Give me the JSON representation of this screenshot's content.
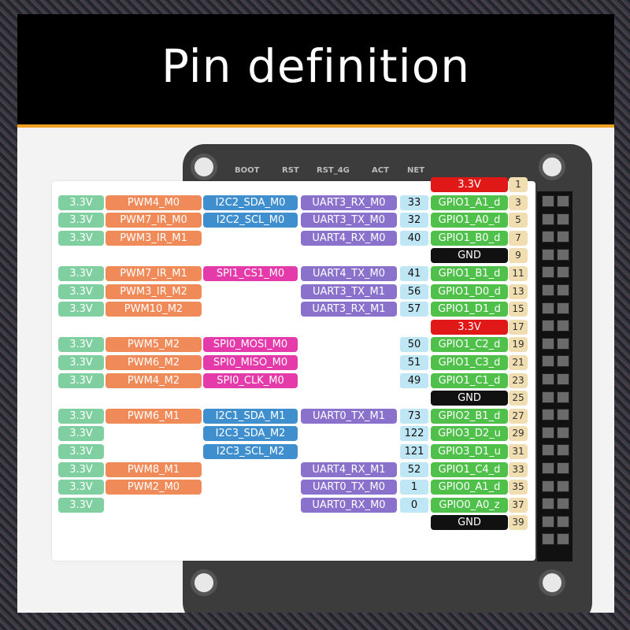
{
  "title": "Pin definition",
  "board_labels": [
    "BOOT",
    "RST",
    "RST_4G",
    "ACT",
    "NET"
  ],
  "colors": {
    "power": "#7fcfa0",
    "pwm": "#f08a58",
    "i2c": "#3f8fcf",
    "spi": "#e43aaa",
    "uart": "#8a72cc",
    "gpio": "#4fc04a",
    "pin_3v3": "#e01818",
    "gnd": "#111111"
  },
  "rows": [
    {
      "power": "",
      "pwm": "",
      "bus": "",
      "bus_type": "",
      "uart": "",
      "num": "",
      "gpio": "3.3V",
      "gpio_type": "pwr",
      "pin": "1"
    },
    {
      "power": "3.3V",
      "pwm": "PWM4_M0",
      "bus": "I2C2_SDA_M0",
      "bus_type": "i2c",
      "uart": "UART3_RX_M0",
      "num": "33",
      "gpio": "GPIO1_A1_d",
      "gpio_type": "gpio",
      "pin": "3"
    },
    {
      "power": "3.3V",
      "pwm": "PWM7_IR_M0",
      "bus": "I2C2_SCL_M0",
      "bus_type": "i2c",
      "uart": "UART3_TX_M0",
      "num": "32",
      "gpio": "GPIO1_A0_d",
      "gpio_type": "gpio",
      "pin": "5"
    },
    {
      "power": "3.3V",
      "pwm": "PWM3_IR_M1",
      "bus": "",
      "bus_type": "",
      "uart": "UART4_RX_M0",
      "num": "40",
      "gpio": "GPIO1_B0_d",
      "gpio_type": "gpio",
      "pin": "7"
    },
    {
      "power": "",
      "pwm": "",
      "bus": "",
      "bus_type": "",
      "uart": "",
      "num": "",
      "gpio": "GND",
      "gpio_type": "gnd",
      "pin": "9"
    },
    {
      "power": "3.3V",
      "pwm": "PWM7_IR_M1",
      "bus": "SPI1_CS1_M0",
      "bus_type": "spi",
      "uart": "UART4_TX_M0",
      "num": "41",
      "gpio": "GPIO1_B1_d",
      "gpio_type": "gpio",
      "pin": "11"
    },
    {
      "power": "3.3V",
      "pwm": "PWM3_IR_M2",
      "bus": "",
      "bus_type": "",
      "uart": "UART3_TX_M1",
      "num": "56",
      "gpio": "GPIO1_D0_d",
      "gpio_type": "gpio",
      "pin": "13"
    },
    {
      "power": "3.3V",
      "pwm": "PWM10_M2",
      "bus": "",
      "bus_type": "",
      "uart": "UART3_RX_M1",
      "num": "57",
      "gpio": "GPIO1_D1_d",
      "gpio_type": "gpio",
      "pin": "15"
    },
    {
      "power": "",
      "pwm": "",
      "bus": "",
      "bus_type": "",
      "uart": "",
      "num": "",
      "gpio": "3.3V",
      "gpio_type": "pwr",
      "pin": "17"
    },
    {
      "power": "3.3V",
      "pwm": "PWM5_M2",
      "bus": "SPI0_MOSI_M0",
      "bus_type": "spi",
      "uart": "",
      "num": "50",
      "gpio": "GPIO1_C2_d",
      "gpio_type": "gpio",
      "pin": "19"
    },
    {
      "power": "3.3V",
      "pwm": "PWM6_M2",
      "bus": "SPI0_MISO_M0",
      "bus_type": "spi",
      "uart": "",
      "num": "51",
      "gpio": "GPIO1_C3_d",
      "gpio_type": "gpio",
      "pin": "21"
    },
    {
      "power": "3.3V",
      "pwm": "PWM4_M2",
      "bus": "SPI0_CLK_M0",
      "bus_type": "spi",
      "uart": "",
      "num": "49",
      "gpio": "GPIO1_C1_d",
      "gpio_type": "gpio",
      "pin": "23"
    },
    {
      "power": "",
      "pwm": "",
      "bus": "",
      "bus_type": "",
      "uart": "",
      "num": "",
      "gpio": "GND",
      "gpio_type": "gnd",
      "pin": "25"
    },
    {
      "power": "3.3V",
      "pwm": "PWM6_M1",
      "bus": "I2C1_SDA_M1",
      "bus_type": "i2c",
      "uart": "UART0_TX_M1",
      "num": "73",
      "gpio": "GPIO2_B1_d",
      "gpio_type": "gpio",
      "pin": "27"
    },
    {
      "power": "3.3V",
      "pwm": "",
      "bus": "I2C3_SDA_M2",
      "bus_type": "i2c",
      "uart": "",
      "num": "122",
      "gpio": "GPIO3_D2_u",
      "gpio_type": "gpio",
      "pin": "29"
    },
    {
      "power": "3.3V",
      "pwm": "",
      "bus": "I2C3_SCL_M2",
      "bus_type": "i2c",
      "uart": "",
      "num": "121",
      "gpio": "GPIO3_D1_u",
      "gpio_type": "gpio",
      "pin": "31"
    },
    {
      "power": "3.3V",
      "pwm": "PWM8_M1",
      "bus": "",
      "bus_type": "",
      "uart": "UART4_RX_M1",
      "num": "52",
      "gpio": "GPIO1_C4_d",
      "gpio_type": "gpio",
      "pin": "33"
    },
    {
      "power": "3.3V",
      "pwm": "PWM2_M0",
      "bus": "",
      "bus_type": "",
      "uart": "UART0_TX_M0",
      "num": "1",
      "gpio": "GPIO0_A1_d",
      "gpio_type": "gpio",
      "pin": "35"
    },
    {
      "power": "3.3V",
      "pwm": "",
      "bus": "",
      "bus_type": "",
      "uart": "UART0_RX_M0",
      "num": "0",
      "gpio": "GPIO0_A0_z",
      "gpio_type": "gpio",
      "pin": "37"
    },
    {
      "power": "",
      "pwm": "",
      "bus": "",
      "bus_type": "",
      "uart": "",
      "num": "",
      "gpio": "GND",
      "gpio_type": "gnd",
      "pin": "39"
    }
  ]
}
